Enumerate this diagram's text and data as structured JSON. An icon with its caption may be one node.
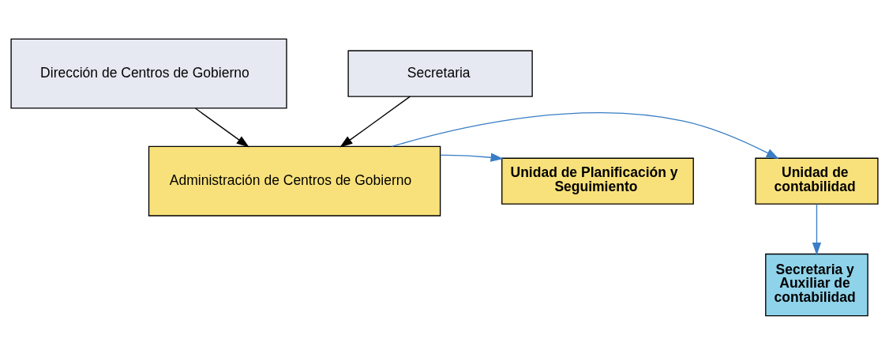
{
  "diagram": {
    "nodes": [
      {
        "text": [
          "Dirección de Centros de Gobierno"
        ]
      },
      {
        "text": [
          "Secretaria"
        ]
      },
      {
        "text": [
          "Administración de Centros de Gobierno"
        ]
      },
      {
        "text": [
          "Unidad de contabilidad"
        ]
      },
      {
        "text": [
          "Unidad de Planificación y Seguimiento"
        ]
      },
      {
        "text": [
          "Secretaria y Auxiliar de contabilidad"
        ]
      }
    ],
    "edges": [
      {
        "from": 0,
        "to": 2,
        "arrow": "to",
        "color": "#000000"
      },
      {
        "from": 1,
        "to": 2,
        "arrow": "to",
        "color": "#000000"
      },
      {
        "from": 2,
        "to": 3,
        "arrow": "to"
      },
      {
        "from": 2,
        "to": 4,
        "arrow": "to"
      },
      {
        "from": 3,
        "to": 5,
        "arrow": "to"
      }
    ]
  }
}
